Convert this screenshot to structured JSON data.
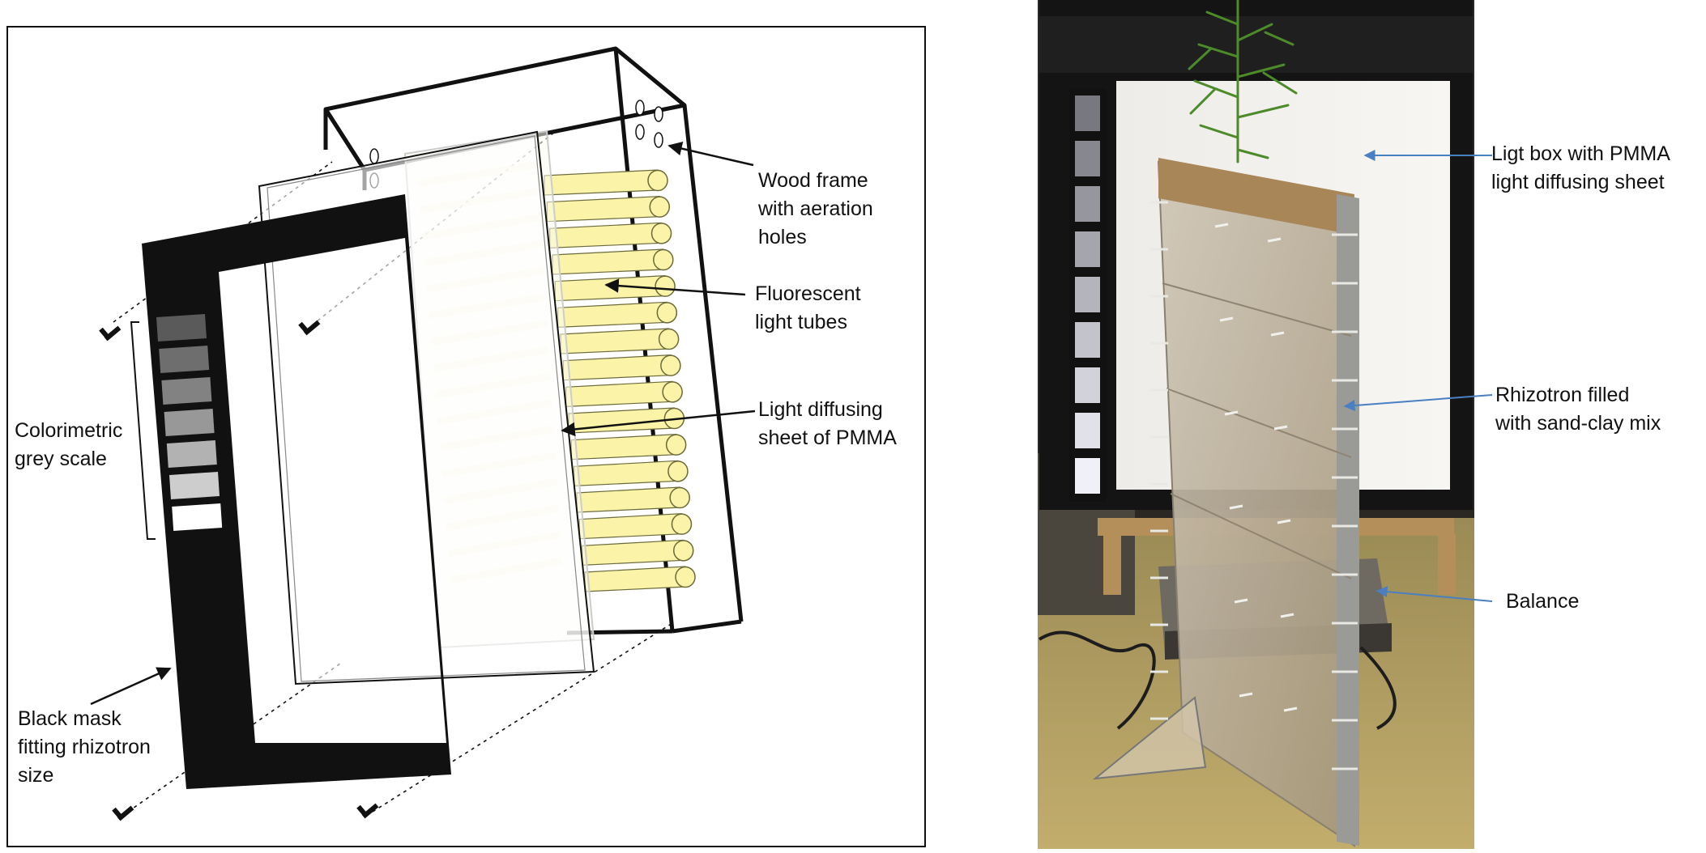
{
  "figure": {
    "left_panel": {
      "labels": {
        "wood_frame": [
          "Wood frame",
          "with aeration",
          "holes"
        ],
        "fluorescent": [
          "Fluorescent",
          "light tubes"
        ],
        "diffusing": [
          "Light diffusing",
          "sheet of PMMA"
        ],
        "greyscale": [
          "Colorimetric",
          "grey scale"
        ],
        "mask": [
          "Black mask",
          "fitting rhizotron",
          "size"
        ]
      },
      "colors": {
        "tube_fill": "#faf3a8",
        "tube_stroke": "#6b6a3a",
        "mask": "#111111",
        "frame_stroke": "#111111"
      },
      "greyscale_shades": [
        "#5a5a5a",
        "#6e6e6e",
        "#828282",
        "#989898",
        "#b2b2b2",
        "#cdcdcd",
        "#ffffff"
      ]
    },
    "right_panel": {
      "labels": {
        "lightbox": [
          "Ligt box with PMMA",
          "light diffusing sheet"
        ],
        "rhizotron": [
          "Rhizotron filled",
          "with sand-clay mix"
        ],
        "balance": [
          "Balance"
        ]
      },
      "colors": {
        "arrow": "#4a7fc1"
      }
    }
  }
}
